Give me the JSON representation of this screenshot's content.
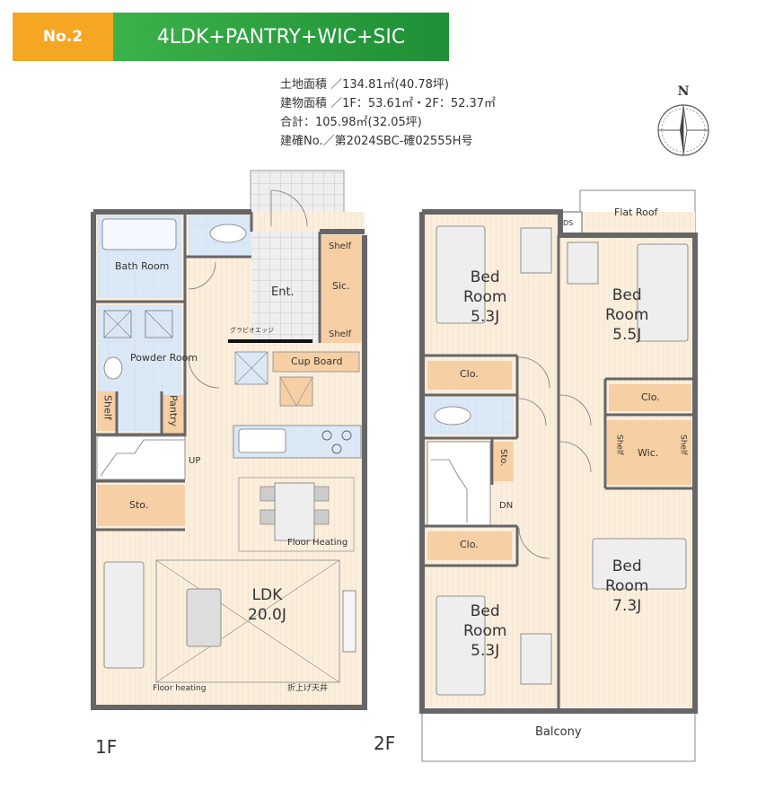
{
  "header": {
    "plan_no": "No.2",
    "title": "4LDK+PANTRY+WIC+SIC"
  },
  "info": {
    "land_area": "土地面積 ／134.81㎡(40.78坪)",
    "building_area": "建物面積 ／1F：53.61㎡・2F：52.37㎡",
    "total": "合計：105.98㎡(32.05坪)",
    "permit": "建確No.／第2024SBC-確02555H号"
  },
  "compass": {
    "label": "N"
  },
  "floor1": {
    "label": "1F",
    "rooms": {
      "bath_room": "Bath\nRoom",
      "entrance": "Ent.",
      "sic": "Sic.",
      "shelf_top": "Shelf",
      "shelf_bottom": "Shelf",
      "powder_room": "Powder\nRoom",
      "cup_board": "Cup Board",
      "shelf_side": "Shelf",
      "pantry": "Pantry",
      "up": "UP",
      "storage": "Sto.",
      "floor_heating": "Floor Heating",
      "ldk": "LDK\n20.0J",
      "floor_heating_bottom": "Floor heating",
      "ceiling_note": "折上げ天井",
      "gravio": "グラビオエッジ"
    }
  },
  "floor2": {
    "label": "2F",
    "rooms": {
      "flat_roof": "Flat Roof",
      "ds": "DS",
      "bed1": "Bed\nRoom\n5.3J",
      "bed2": "Bed\nRoom\n5.5J",
      "clo1": "Clo.",
      "clo2": "Clo.",
      "wic": "Wic.",
      "shelf_l": "Shelf",
      "shelf_r": "Shelf",
      "sto": "Sto.",
      "dn": "DN",
      "clo3": "Clo.",
      "bed3": "Bed\nRoom\n7.3J",
      "bed4": "Bed\nRoom\n5.3J",
      "balcony": "Balcony"
    }
  },
  "colors": {
    "floor": "#fbeedd",
    "wall": "#666666",
    "storage": "#f6cfa5",
    "wet": "#dbe8f6",
    "header_orange": "#f5a623",
    "header_green": "#2aa541"
  }
}
